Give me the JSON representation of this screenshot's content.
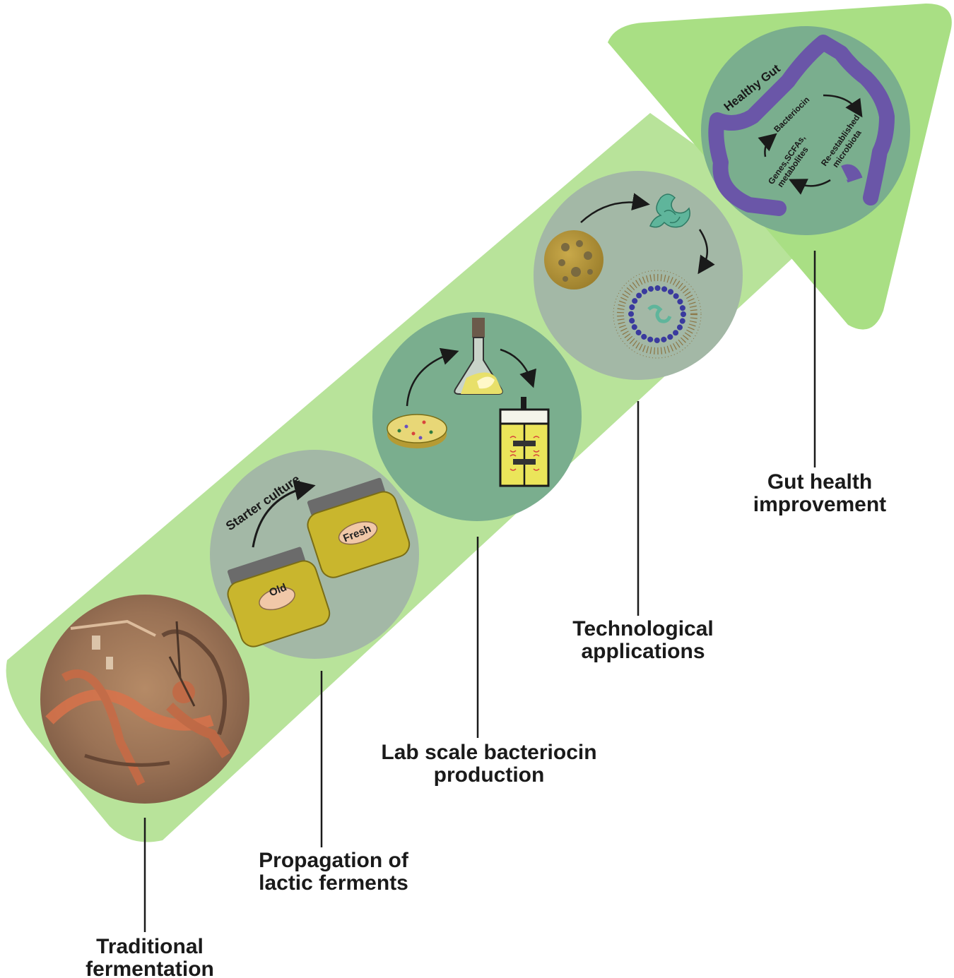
{
  "stages": [
    {
      "label_line1": "Traditional",
      "label_line2": "fermentation"
    },
    {
      "label_line1": "Propagation of",
      "label_line2": "lactic ferments"
    },
    {
      "label_line1": "Lab scale bacteriocin",
      "label_line2": "production"
    },
    {
      "label_line1": "Technological",
      "label_line2": "applications"
    },
    {
      "label_line1": "Gut health",
      "label_line2": "improvement"
    }
  ],
  "propagation": {
    "starter_label": "Starter culture",
    "old_label": "Old",
    "fresh_label": "Fresh"
  },
  "gut": {
    "title": "Healthy Gut",
    "bacteriocin": "Bacteriocin",
    "genes_line1": "Genes,SCFAs,",
    "genes_line2": "metabolites",
    "reestablished_line1": "Re-established",
    "reestablished_line2": "microbiota"
  },
  "colors": {
    "arrow_body": "#b8e39a",
    "arrow_head": "#a9df84",
    "circle_gray": "#a3b8a6",
    "circle_green": "#7aae8e",
    "jar_fill": "#c9b62d",
    "gut_purple": "#6a56a8",
    "protein_teal": "#5fb59b",
    "micelle_blue": "#3a3a9e"
  }
}
